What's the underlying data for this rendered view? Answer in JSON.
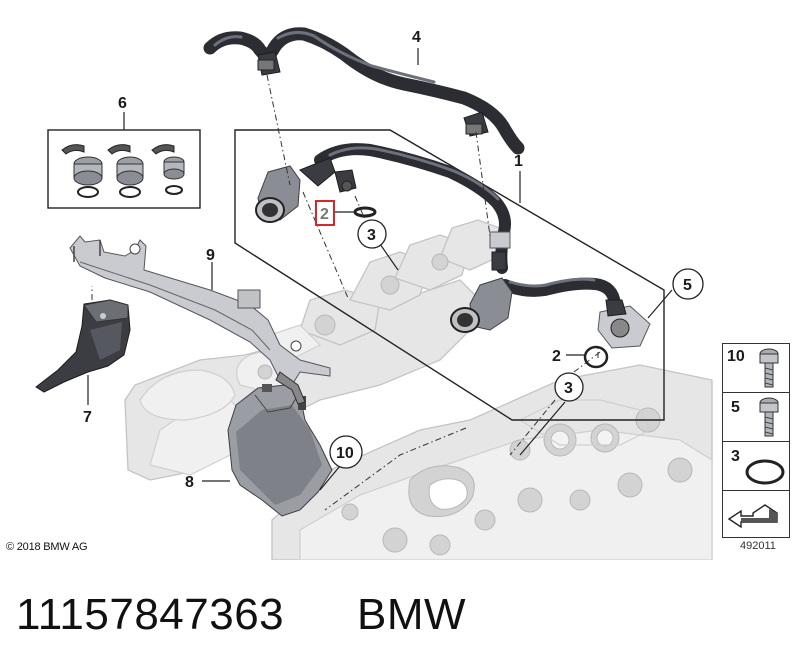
{
  "callouts": {
    "c1": "1",
    "c2a": "2",
    "c2b": "2",
    "c3a": "3",
    "c3b": "3",
    "c4": "4",
    "c5": "5",
    "c6": "6",
    "c7": "7",
    "c8": "8",
    "c9": "9",
    "c10": "10"
  },
  "legend": {
    "items": [
      {
        "num": "10"
      },
      {
        "num": "5"
      },
      {
        "num": "3"
      }
    ]
  },
  "footer": {
    "copyright": "© 2018 BMW AG",
    "image_number": "492011",
    "part_number": "11157847363",
    "brand": "BMW"
  },
  "colors": {
    "highlight_box": "#d9262b",
    "hose": "#2b2d33",
    "ghost_part": "#e6e6e6"
  }
}
